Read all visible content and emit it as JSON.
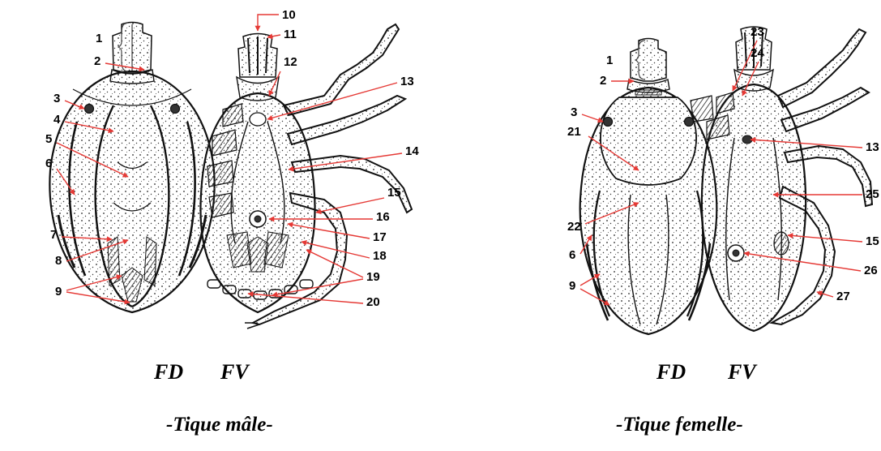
{
  "figure": {
    "male": {
      "views": [
        "FD",
        "FV"
      ],
      "title": "-Tique mâle-",
      "labels": [
        "1",
        "2",
        "3",
        "4",
        "5",
        "6",
        "7",
        "8",
        "9",
        "10",
        "11",
        "12",
        "13",
        "14",
        "15",
        "16",
        "17",
        "18",
        "19",
        "20"
      ]
    },
    "female": {
      "views": [
        "FD",
        "FV"
      ],
      "title": "-Tique femelle-",
      "labels": [
        "1",
        "2",
        "3",
        "21",
        "22",
        "6",
        "9",
        "23",
        "24",
        "13",
        "25",
        "15",
        "26",
        "27"
      ]
    }
  },
  "colors": {
    "leader": "#e53935",
    "ink": "#111111",
    "background": "#ffffff"
  }
}
